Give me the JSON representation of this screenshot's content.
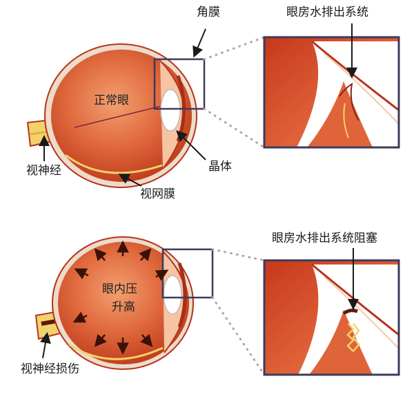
{
  "top": {
    "eye_center_label": "正常眼",
    "cornea_label": "角膜",
    "drainage_label": "眼房水排出系统",
    "lens_label": "晶体",
    "optic_nerve_label": "视神经",
    "retina_label": "视网膜"
  },
  "bottom": {
    "eye_center_label_line1": "眼内压",
    "eye_center_label_line2": "升高",
    "drainage_label": "眼房水排出系统阻塞",
    "optic_nerve_label": "视神经损伤"
  },
  "colors": {
    "eye_red": "#d9502e",
    "eye_dark": "#b8321c",
    "eye_light": "#f0a06a",
    "frame": "#3d3a5c",
    "nerve": "#f2d36b",
    "dots": "#bba0a8"
  }
}
